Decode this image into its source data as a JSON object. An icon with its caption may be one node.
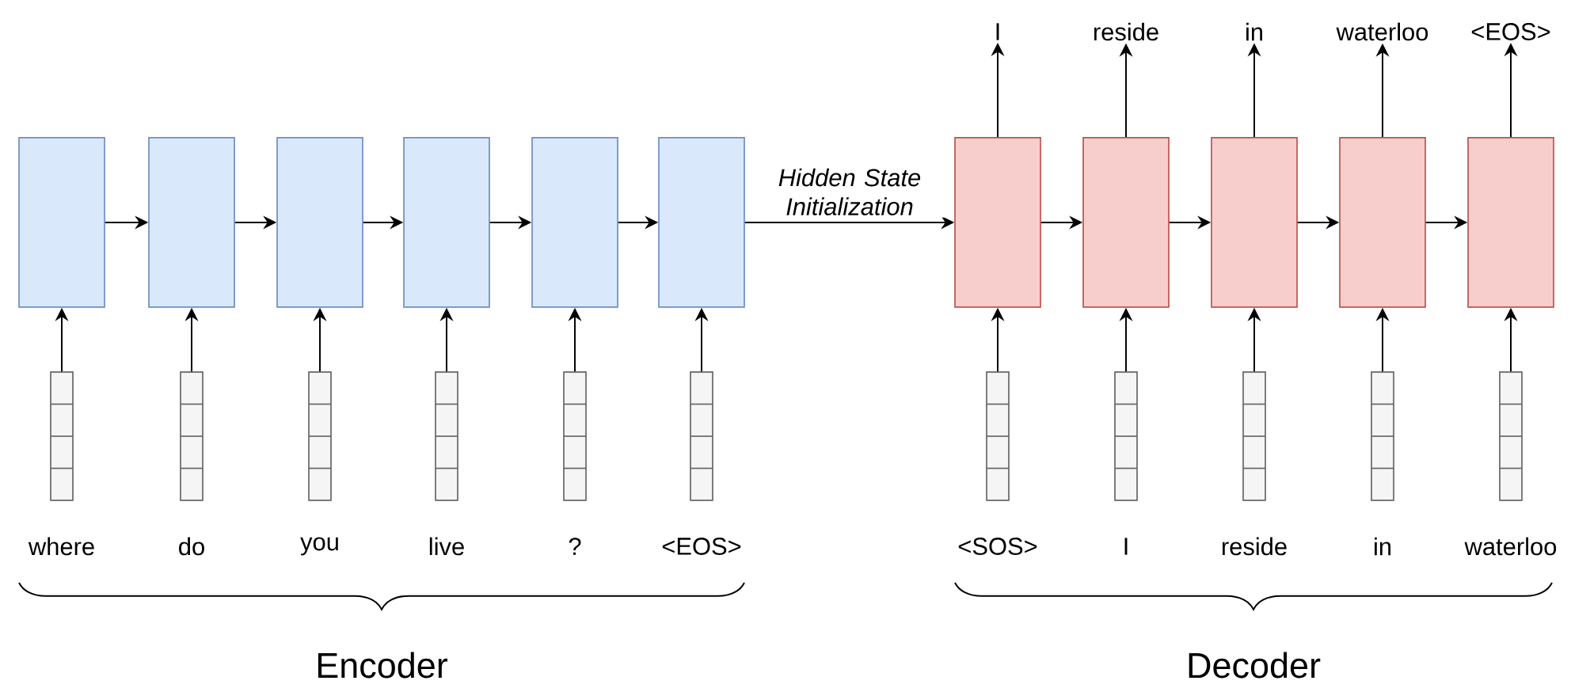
{
  "diagram": {
    "nodes": [
      {
        "text": [],
        "shape": "box"
      },
      {
        "text": [],
        "shape": "box"
      },
      {
        "text": [],
        "shape": "box"
      },
      {
        "text": [],
        "shape": "box"
      },
      {
        "text": [],
        "shape": "box"
      },
      {
        "text": [],
        "shape": "box"
      },
      {
        "text": [],
        "shape": "box"
      },
      {
        "text": [],
        "shape": "box"
      },
      {
        "text": [],
        "shape": "box"
      },
      {
        "text": [],
        "shape": "box"
      },
      {
        "text": [],
        "shape": "box"
      },
      {
        "text": [],
        "shape": "bar",
        "beside": [
          "where"
        ]
      },
      {
        "text": [],
        "shape": "bar",
        "beside": [
          "do"
        ]
      },
      {
        "text": [],
        "shape": "bar",
        "beside": [
          "you"
        ]
      },
      {
        "text": [],
        "shape": "bar",
        "beside": [
          "live"
        ]
      },
      {
        "text": [],
        "shape": "bar",
        "beside": [
          "?"
        ]
      },
      {
        "text": [],
        "shape": "bar",
        "beside": [
          "<EOS>"
        ]
      },
      {
        "text": [],
        "shape": "bar",
        "beside": [
          "<SOS>"
        ]
      },
      {
        "text": [],
        "shape": "bar",
        "beside": [
          "I"
        ]
      },
      {
        "text": [],
        "shape": "bar",
        "beside": [
          "reside"
        ]
      },
      {
        "text": [],
        "shape": "bar",
        "beside": [
          "in"
        ]
      },
      {
        "text": [],
        "shape": "bar",
        "beside": [
          "waterloo"
        ]
      },
      {
        "text": [
          "I"
        ]
      },
      {
        "text": [
          "reside"
        ]
      },
      {
        "text": [
          "in"
        ]
      },
      {
        "text": [
          "waterloo"
        ]
      },
      {
        "text": [
          "<EOS>"
        ]
      }
    ],
    "edges": [
      {
        "from": 0,
        "to": 1,
        "arrow": "to"
      },
      {
        "from": 1,
        "to": 2,
        "arrow": "to"
      },
      {
        "from": 2,
        "to": 3,
        "arrow": "to"
      },
      {
        "from": 3,
        "to": 4,
        "arrow": "to"
      },
      {
        "from": 4,
        "to": 5,
        "arrow": "to"
      },
      {
        "from": 5,
        "to": 6,
        "arrow": "to",
        "label": "*Hidden State Initialization*"
      },
      {
        "from": 6,
        "to": 7,
        "arrow": "to"
      },
      {
        "from": 7,
        "to": 8,
        "arrow": "to"
      },
      {
        "from": 8,
        "to": 9,
        "arrow": "to"
      },
      {
        "from": 9,
        "to": 10,
        "arrow": "to"
      },
      {
        "from": 11,
        "to": 0,
        "arrow": "to"
      },
      {
        "from": 12,
        "to": 1,
        "arrow": "to"
      },
      {
        "from": 13,
        "to": 2,
        "arrow": "to"
      },
      {
        "from": 14,
        "to": 3,
        "arrow": "to"
      },
      {
        "from": 15,
        "to": 4,
        "arrow": "to"
      },
      {
        "from": 16,
        "to": 5,
        "arrow": "to"
      },
      {
        "from": 17,
        "to": 6,
        "arrow": "to"
      },
      {
        "from": 18,
        "to": 7,
        "arrow": "to"
      },
      {
        "from": 19,
        "to": 8,
        "arrow": "to"
      },
      {
        "from": 20,
        "to": 9,
        "arrow": "to"
      },
      {
        "from": 21,
        "to": 10,
        "arrow": "to"
      },
      {
        "from": 6,
        "to": 22,
        "arrow": "to"
      },
      {
        "from": 7,
        "to": 23,
        "arrow": "to"
      },
      {
        "from": 8,
        "to": 24,
        "arrow": "to"
      },
      {
        "from": 9,
        "to": 25,
        "arrow": "to"
      },
      {
        "from": 10,
        "to": 26,
        "arrow": "to"
      }
    ],
    "labels": [
      "Encoder",
      "Decoder"
    ]
  }
}
